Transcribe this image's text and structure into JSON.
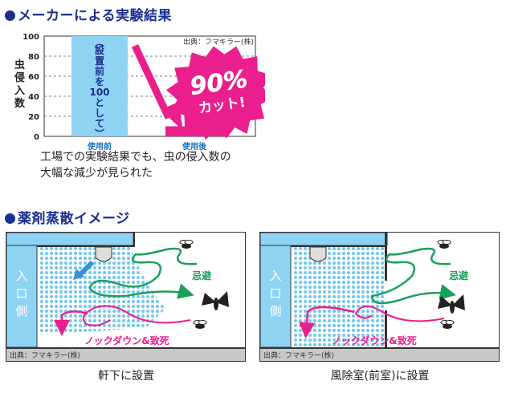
{
  "section1": {
    "title": "メーカーによる実験結果"
  },
  "chart_data": {
    "type": "bar",
    "ylabel": "虫侵入数",
    "ylim": [
      0,
      100
    ],
    "yticks": [
      0,
      20,
      40,
      60,
      80,
      100
    ],
    "categories": [
      "使用前",
      "使用後"
    ],
    "values": [
      100,
      10
    ],
    "grid": true,
    "bar_colors": [
      "#8fd3f4",
      "#ea1e8c"
    ],
    "bar_annotation": "（設置前を100として）",
    "source": "出典：フマキラー(株)",
    "badge": {
      "line1": "90%",
      "line2": "カット!"
    }
  },
  "caption": {
    "line1": "工場での実験結果でも、虫の侵入数の",
    "line2": "大幅な減少が見られた"
  },
  "section2": {
    "title": "薬剤蒸散イメージ"
  },
  "illustrations": [
    {
      "entrance_label": "入口側",
      "avoid_label": "忌避",
      "knockdown_label": "ノックダウン&致死",
      "source": "出典：フマキラー(株)",
      "caption": "軒下に設置"
    },
    {
      "entrance_label": "入口側",
      "avoid_label": "忌避",
      "knockdown_label": "ノックダウン&致死",
      "source": "出典：フマキラー(株)",
      "caption": "風除室(前室)に設置"
    }
  ]
}
